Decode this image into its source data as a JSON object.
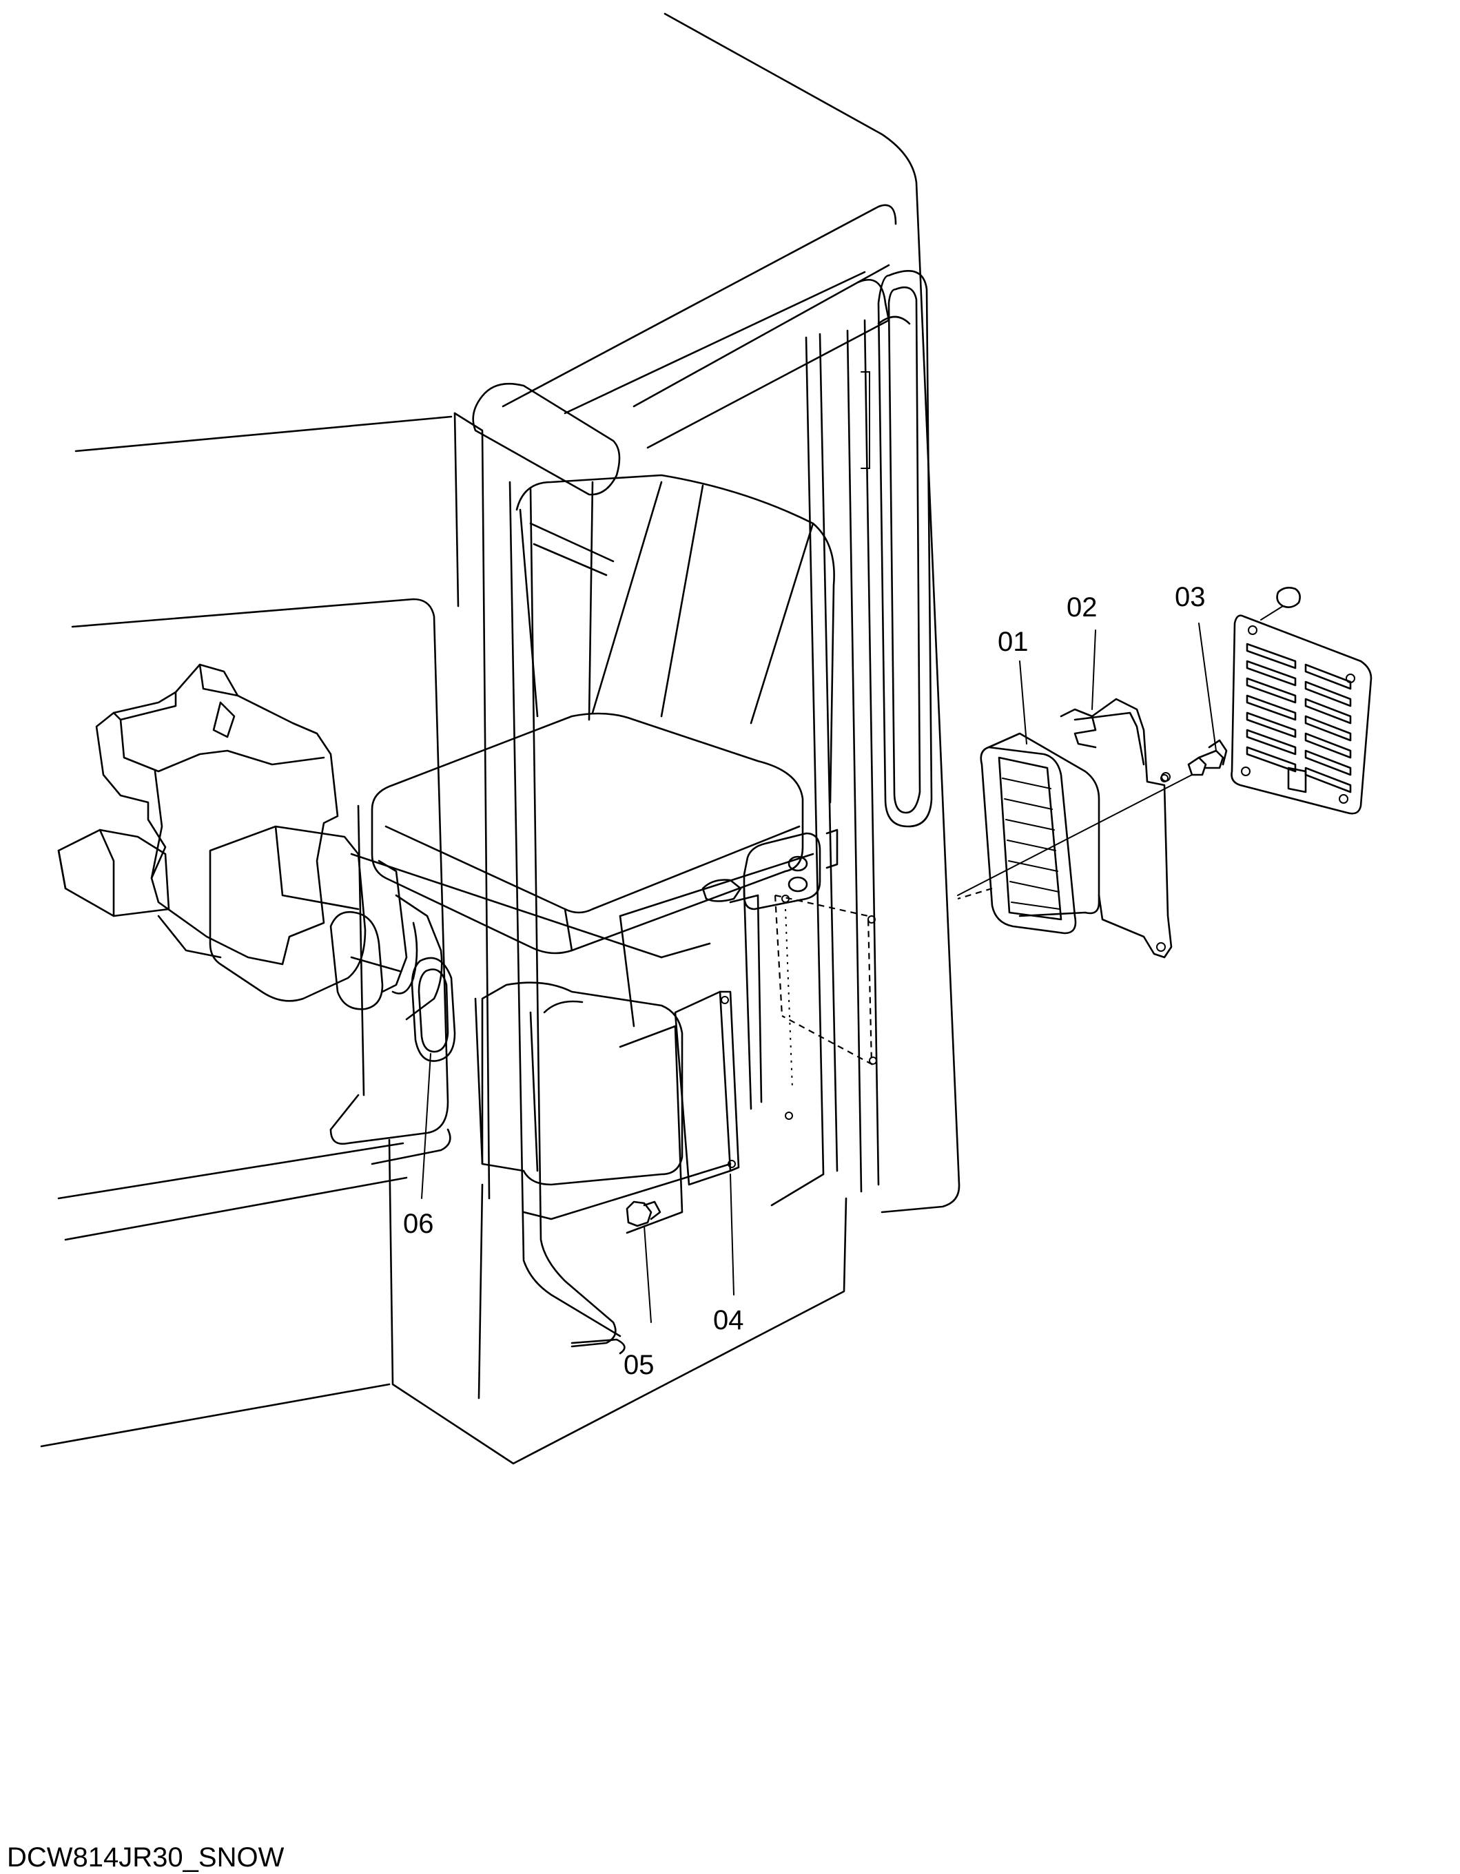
{
  "callouts": [
    {
      "id": "01",
      "label": "01"
    },
    {
      "id": "02",
      "label": "02"
    },
    {
      "id": "03",
      "label": "03"
    },
    {
      "id": "04",
      "label": "04"
    },
    {
      "id": "05",
      "label": "05"
    },
    {
      "id": "06",
      "label": "06"
    }
  ],
  "drawing_code": "DCW814JR30_SNOW"
}
